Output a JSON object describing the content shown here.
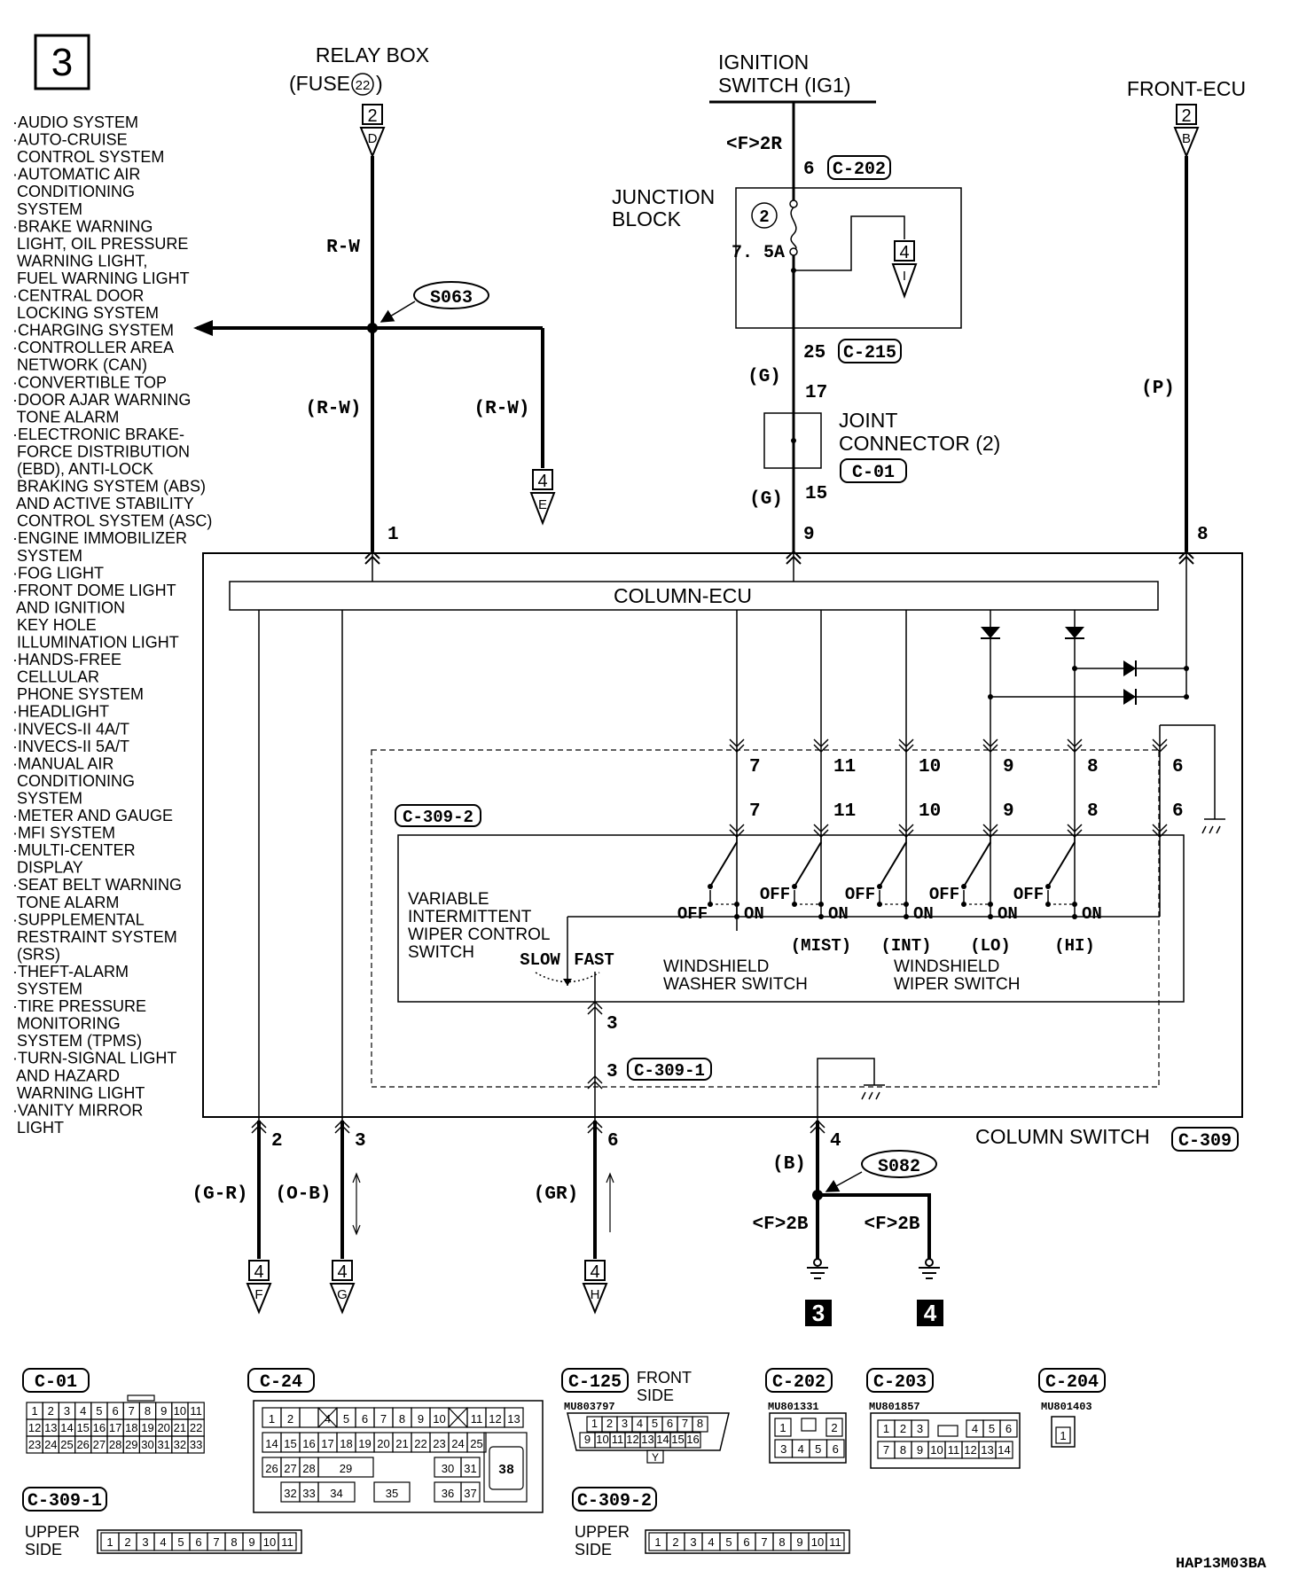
{
  "page_number": "3",
  "systems_list": [
    "·AUDIO SYSTEM",
    "·AUTO-CRUISE",
    " CONTROL SYSTEM",
    "·AUTOMATIC AIR",
    " CONDITIONING",
    " SYSTEM",
    "·BRAKE WARNING",
    " LIGHT, OIL PRESSURE",
    " WARNING LIGHT,",
    " FUEL WARNING LIGHT",
    "·CENTRAL DOOR",
    " LOCKING SYSTEM",
    "·CHARGING SYSTEM",
    "·CONTROLLER AREA",
    " NETWORK (CAN)",
    "·CONVERTIBLE TOP",
    "·DOOR AJAR WARNING",
    " TONE ALARM",
    "·ELECTRONIC BRAKE-",
    " FORCE DISTRIBUTION",
    " (EBD), ANTI-LOCK",
    " BRAKING SYSTEM (ABS)",
    " AND ACTIVE STABILITY",
    " CONTROL SYSTEM (ASC)",
    "·ENGINE IMMOBILIZER",
    " SYSTEM",
    "·FOG LIGHT",
    "·FRONT DOME LIGHT",
    " AND IGNITION",
    " KEY HOLE",
    " ILLUMINATION LIGHT",
    "·HANDS-FREE",
    " CELLULAR",
    " PHONE SYSTEM",
    "·HEADLIGHT",
    "·INVECS-II 4A/T",
    "·INVECS-II 5A/T",
    "·MANUAL AIR",
    " CONDITIONING",
    " SYSTEM",
    "·METER AND GAUGE",
    "·MFI SYSTEM",
    "·MULTI-CENTER",
    " DISPLAY",
    "·SEAT BELT WARNING",
    " TONE ALARM",
    "·SUPPLEMENTAL",
    " RESTRAINT SYSTEM",
    " (SRS)",
    "·THEFT-ALARM",
    " SYSTEM",
    "·TIRE PRESSURE",
    " MONITORING",
    " SYSTEM (TPMS)",
    "·TURN-SIGNAL LIGHT",
    " AND HAZARD",
    " WARNING LIGHT",
    "·VANITY MIRROR",
    " LIGHT"
  ],
  "relay_box": {
    "title": "RELAY BOX",
    "fuse": "(FUSE",
    "fuse_num": "22",
    "fuse_close": ")",
    "ref_page": "2",
    "ref_letter": "D",
    "wire": "R-W",
    "splice": "S063",
    "wire_branch_left": "(R-W)",
    "wire_branch_right": "(R-W)",
    "branch_page": "4",
    "branch_letter": "E",
    "pin": "1"
  },
  "ignition": {
    "title_1": "IGNITION",
    "title_2": "SWITCH (IG1)",
    "wire_top": "<F>2R",
    "pin_top": "6",
    "conn_top": "C-202",
    "jb_label_1": "JUNCTION",
    "jb_label_2": "BLOCK",
    "fuse_num": "2",
    "fuse_rating": "7. 5A",
    "jb_ref_page": "4",
    "jb_ref_letter": "I",
    "pin_bottom": "25",
    "conn_bottom": "C-215",
    "wire_g1": "(G)",
    "jc_pin_in": "17",
    "jc_label_1": "JOINT",
    "jc_label_2": "CONNECTOR (2)",
    "jc_conn": "C-01",
    "wire_g2": "(G)",
    "jc_pin_out": "15",
    "ecu_pin": "9"
  },
  "front_ecu": {
    "title": "FRONT-ECU",
    "ref_page": "2",
    "ref_letter": "B",
    "wire": "(P)",
    "pin": "8"
  },
  "column_ecu": {
    "label": "COLUMN-ECU"
  },
  "switch_pins_upper": [
    "7",
    "11",
    "10",
    "9",
    "8",
    "6"
  ],
  "switch_pins_lower": [
    "7",
    "11",
    "10",
    "9",
    "8",
    "6"
  ],
  "switch_connector": "C-309-2",
  "switch_labels": {
    "variable_1": "VARIABLE",
    "variable_2": "INTERMITTENT",
    "variable_3": "WIPER CONTROL",
    "variable_4": "SWITCH",
    "slow": "SLOW",
    "fast": "FAST",
    "off": "OFF",
    "on": "ON",
    "washer_1": "WINDSHIELD",
    "washer_2": "WASHER SWITCH",
    "wiper_1": "WINDSHIELD",
    "wiper_2": "WIPER SWITCH"
  },
  "modes": [
    "(MIST)",
    "(INT)",
    "(LO)",
    "(HI)"
  ],
  "column_switch": {
    "label": "COLUMN SWITCH",
    "connector": "C-309",
    "inner_pin": "3",
    "pin3": "3",
    "pin3_conn": "C-309-1"
  },
  "bottom_wires": [
    {
      "pin": "2",
      "color": "(G-R)",
      "page": "4",
      "letter": "F"
    },
    {
      "pin": "3",
      "color": "(O-B)",
      "page": "4",
      "letter": "G"
    },
    {
      "pin": "6",
      "color": "(GR)",
      "page": "4",
      "letter": "H"
    }
  ],
  "ground": {
    "pin": "4",
    "color": "(B)",
    "splice": "S082",
    "wire_left": "<F>2B",
    "wire_right": "<F>2B",
    "ground_left": "3",
    "ground_right": "4"
  },
  "connectors": {
    "c01": {
      "label": "C-01",
      "rows": [
        [
          "1",
          "2",
          "3",
          "4",
          "5",
          "6",
          "7",
          "8",
          "9",
          "10",
          "11"
        ],
        [
          "12",
          "13",
          "14",
          "15",
          "16",
          "17",
          "18",
          "19",
          "20",
          "21",
          "22"
        ],
        [
          "23",
          "24",
          "25",
          "26",
          "27",
          "28",
          "29",
          "30",
          "31",
          "32",
          "33"
        ]
      ]
    },
    "c24": {
      "label": "C-24",
      "row1": [
        "1",
        "2",
        "",
        "4",
        "5",
        "6",
        "7",
        "8",
        "9",
        "10",
        "",
        "11",
        "12",
        "13"
      ],
      "row2": [
        "14",
        "15",
        "16",
        "17",
        "18",
        "19",
        "20",
        "21",
        "22",
        "23",
        "24",
        "25"
      ],
      "row3": [
        "26",
        "27",
        "28",
        "29",
        "30",
        "31"
      ],
      "row4": [
        "32",
        "33",
        "34",
        "35",
        "36",
        "37"
      ],
      "big": "38"
    },
    "c125": {
      "label": "C-125",
      "side_1": "FRONT",
      "side_2": "SIDE",
      "part": "MU803797",
      "row1": [
        "1",
        "2",
        "3",
        "4",
        "5",
        "6",
        "7",
        "8"
      ],
      "row2": [
        "9",
        "10",
        "11",
        "12",
        "13",
        "14",
        "15",
        "16"
      ],
      "tab": "Y"
    },
    "c202": {
      "label": "C-202",
      "part": "MU801331",
      "row1": [
        "1",
        "",
        "2"
      ],
      "row2": [
        "3",
        "4",
        "5",
        "6"
      ]
    },
    "c203": {
      "label": "C-203",
      "part": "MU801857",
      "row1": [
        "1",
        "2",
        "3",
        "",
        "4",
        "5",
        "6"
      ],
      "row2": [
        "7",
        "8",
        "9",
        "10",
        "11",
        "12",
        "13",
        "14"
      ]
    },
    "c204": {
      "label": "C-204",
      "part": "MU801403",
      "pin": "1"
    },
    "c3091": {
      "label": "C-309-1",
      "side_1": "UPPER",
      "side_2": "SIDE",
      "pins": [
        "1",
        "2",
        "3",
        "4",
        "5",
        "6",
        "7",
        "8",
        "9",
        "10",
        "11"
      ]
    },
    "c3092": {
      "label": "C-309-2",
      "side_1": "UPPER",
      "side_2": "SIDE",
      "pins": [
        "1",
        "2",
        "3",
        "4",
        "5",
        "6",
        "7",
        "8",
        "9",
        "10",
        "11"
      ]
    }
  },
  "figure_code": "HAP13M03BA"
}
